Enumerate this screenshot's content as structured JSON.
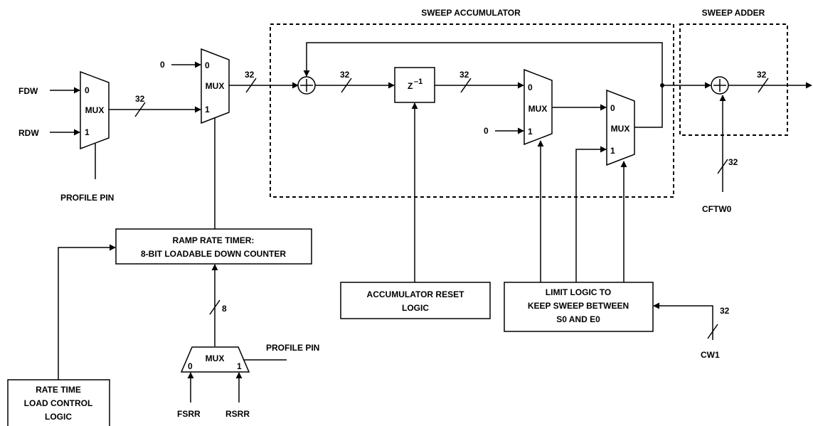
{
  "regions": {
    "sweep_accumulator": "SWEEP ACCUMULATOR",
    "sweep_adder": "SWEEP ADDER"
  },
  "inputs": {
    "fdw": "FDW",
    "rdw": "RDW",
    "zero_top": "0",
    "zero_mid": "0",
    "profile_pin_1": "PROFILE PIN",
    "profile_pin_2": "PROFILE PIN",
    "fsrr": "FSRR",
    "rsrr": "RSRR",
    "cftw0": "CFTW0",
    "cw1": "CW1"
  },
  "mux": {
    "label": "MUX",
    "in0": "0",
    "in1": "1"
  },
  "blocks": {
    "ramp_timer_line1": "RAMP RATE TIMER:",
    "ramp_timer_line2": "8-BIT LOADABLE DOWN COUNTER",
    "delay": "Z",
    "delay_exp": "–1",
    "acc_reset_line1": "ACCUMULATOR RESET",
    "acc_reset_line2": "LOGIC",
    "limit_line1": "LIMIT LOGIC TO",
    "limit_line2": "KEEP SWEEP BETWEEN",
    "limit_line3": "S0 AND E0",
    "rate_load_line1": "RATE TIME",
    "rate_load_line2": "LOAD CONTROL",
    "rate_load_line3": "LOGIC"
  },
  "bus_widths": {
    "b32": "32",
    "b8": "8"
  }
}
